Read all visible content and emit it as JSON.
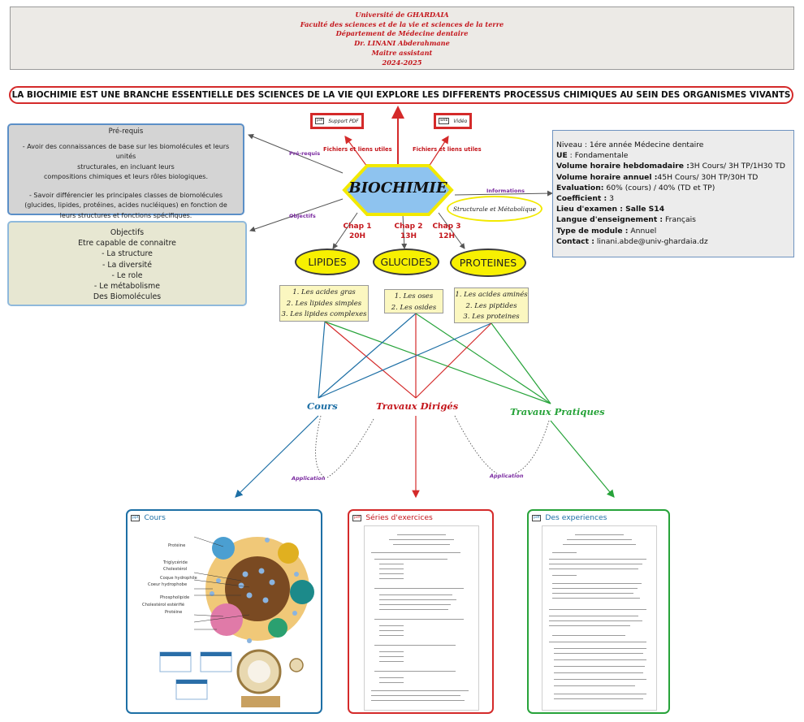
{
  "header": {
    "lines": [
      "Université de GHARDAIA",
      "Faculté des sciences et de la vie et sciences de la terre",
      "Département de Médecine dentaire",
      "Dr. LINANI Abderahmane",
      "Maitre assistant",
      "2024-2025"
    ]
  },
  "banner": "LA BIOCHIMIE EST UNE BRANCHE ESSENTIELLE DES SCIENCES DE LA VIE QUI EXPLORE LES DIFFERENTS PROCESSUS CHIMIQUES AU SEIN DES ORGANISMES VIVANTS",
  "prereq": {
    "title": "Pré-requis",
    "p1": [
      "- Avoir des connaissances de base sur les biomolécules et leurs unités",
      "structurales, en incluant leurs",
      "compositions chimiques  et leurs rôles biologiques."
    ],
    "p2": [
      "- Savoir différencier les principales classes de biomolécules",
      "(glucides, lipides, protéines, acides nucléiques) en fonction de",
      "leurs structures et fonctions spécifiques."
    ]
  },
  "objectifs": {
    "lines": [
      "Objectifs",
      "Etre capable de connaitre",
      "- La structure",
      "- La diversité",
      "- Le role",
      "- Le métabolisme",
      "Des Biomolécules"
    ]
  },
  "info": [
    {
      "label": "Niveau :",
      "value": "1ére année Médecine dentaire",
      "bold": false
    },
    {
      "label": "UE",
      "value": ": Fondamentale",
      "bold": true
    },
    {
      "label": "Volume horaire hebdomadaire :",
      "value": "3H Cours/ 3H TP/1H30 TD",
      "bold": true
    },
    {
      "label": "Volume horaire annuel :",
      "value": "45H Cours/ 30H TP/30H TD",
      "bold": true
    },
    {
      "label": "Evaluation:",
      "value": "60% (cours) / 40% (TD et TP)",
      "bold": true
    },
    {
      "label": "Coefficient :",
      "value": "3",
      "bold": true
    },
    {
      "label": "Lieu d'examen : Salle S14",
      "value": "",
      "bold": true
    },
    {
      "label": "Langue d'enseignement :",
      "value": "Français",
      "bold": true
    },
    {
      "label": "Type de module :",
      "value": "Annuel",
      "bold": true
    },
    {
      "label": "Contact :",
      "value": "linani.abde@univ-ghardaia.dz",
      "bold": true
    }
  ],
  "buttons": {
    "pdf": "Support PDF",
    "pdf_icon": "pdf",
    "video": "Vidéo",
    "video_icon": "web"
  },
  "links_label_left": "Fichiers et liens utiles",
  "links_label_right": "Fichiers et liens utiles",
  "center": {
    "title": "BIOCHIMIE",
    "subtitle": "Structurale et Métabolique"
  },
  "edge_labels": {
    "prereq": "Pré-requis",
    "objectifs": "Objectifs",
    "informations": "Informations",
    "application_left": "Application",
    "application_right": "Application"
  },
  "chapters": [
    {
      "chap": "Chap 1",
      "hours": "20H",
      "name": "LIPIDES",
      "items": [
        "1. Les acides gras",
        "2. Les lipides simples",
        "3. Les lipides complexes"
      ]
    },
    {
      "chap": "Chap 2",
      "hours": "13H",
      "name": "GLUCIDES",
      "items": [
        "1. Les oses",
        "2. Les osides"
      ]
    },
    {
      "chap": "Chap 3",
      "hours": "12H",
      "name": "PROTEINES",
      "items": [
        "1. Les acides aminés",
        "2. Les piptides",
        "3. Les proteines"
      ]
    }
  ],
  "categories": {
    "cours": "Cours",
    "td": "Travaux Dirigés",
    "tp": "Travaux Pratiques"
  },
  "cards": {
    "cours": {
      "title": "Cours",
      "icon": "ppt",
      "labels": [
        "Protéine",
        "Triglycéride",
        "Cholestérol",
        "Coque hydrophile",
        "Coeur hydrophobe",
        "Phospholipide",
        "Cholestérol estérifié",
        "Protéine"
      ]
    },
    "td": {
      "title": "Séries d'exercices",
      "icon": "pdf"
    },
    "tp": {
      "title": "Des experiences",
      "icon": "pdf"
    }
  },
  "colors": {
    "red": "#d42a2a",
    "blue": "#1d6fa5",
    "green": "#27a33a",
    "purple": "#7a2aa0",
    "yellow": "#f7f001",
    "hex": "#8ec3ef"
  }
}
